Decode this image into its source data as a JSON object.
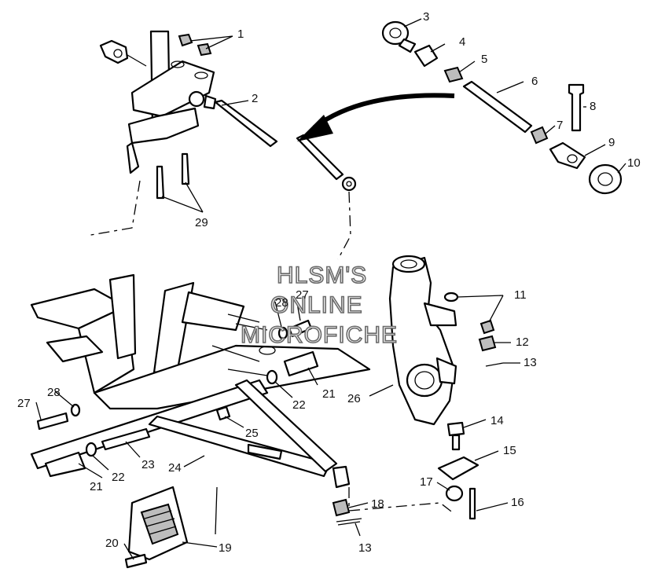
{
  "watermark": {
    "line1": "HLSM'S",
    "line2": "ONLINE",
    "line3": "MICROFICHE"
  },
  "callouts": [
    {
      "id": "c1",
      "label": "1"
    },
    {
      "id": "c2",
      "label": "2"
    },
    {
      "id": "c3",
      "label": "3"
    },
    {
      "id": "c4",
      "label": "4"
    },
    {
      "id": "c5",
      "label": "5"
    },
    {
      "id": "c6",
      "label": "6"
    },
    {
      "id": "c7",
      "label": "7"
    },
    {
      "id": "c8",
      "label": "8"
    },
    {
      "id": "c9",
      "label": "9"
    },
    {
      "id": "c10",
      "label": "10"
    },
    {
      "id": "c11",
      "label": "11"
    },
    {
      "id": "c12",
      "label": "12"
    },
    {
      "id": "c13a",
      "label": "13"
    },
    {
      "id": "c13b",
      "label": "13"
    },
    {
      "id": "c14",
      "label": "14"
    },
    {
      "id": "c15",
      "label": "15"
    },
    {
      "id": "c16",
      "label": "16"
    },
    {
      "id": "c17",
      "label": "17"
    },
    {
      "id": "c18",
      "label": "18"
    },
    {
      "id": "c19",
      "label": "19"
    },
    {
      "id": "c20",
      "label": "20"
    },
    {
      "id": "c21a",
      "label": "21"
    },
    {
      "id": "c21b",
      "label": "21"
    },
    {
      "id": "c22a",
      "label": "22"
    },
    {
      "id": "c22b",
      "label": "22"
    },
    {
      "id": "c23",
      "label": "23"
    },
    {
      "id": "c24",
      "label": "24"
    },
    {
      "id": "c25",
      "label": "25"
    },
    {
      "id": "c26",
      "label": "26"
    },
    {
      "id": "c27a",
      "label": "27"
    },
    {
      "id": "c27b",
      "label": "27"
    },
    {
      "id": "c28a",
      "label": "28"
    },
    {
      "id": "c28b",
      "label": "28"
    },
    {
      "id": "c29",
      "label": "29"
    }
  ]
}
